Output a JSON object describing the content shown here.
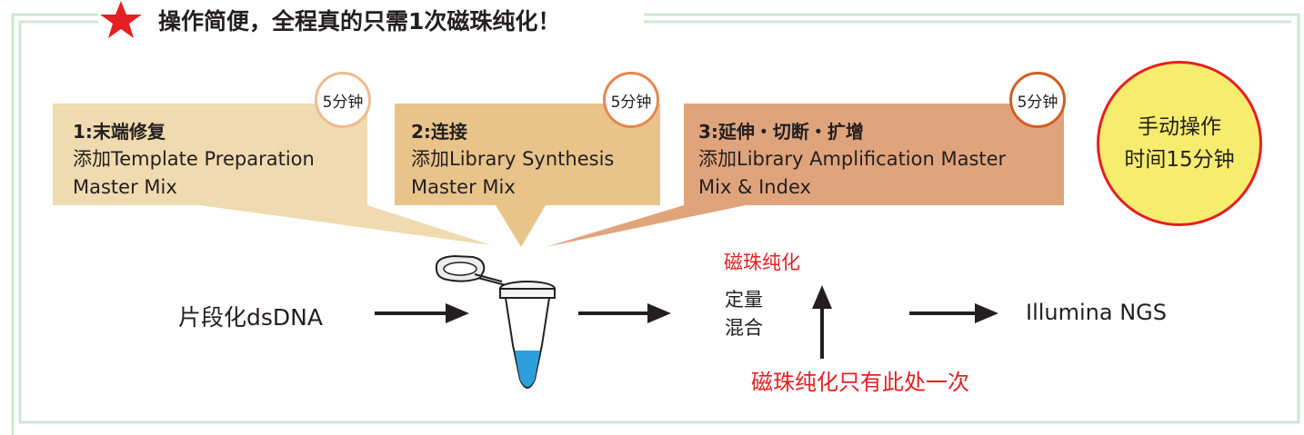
{
  "header": {
    "title": "操作简便，全程真的只需1次磁珠纯化！",
    "star_icon": "star-icon",
    "star_color": "#e51f22"
  },
  "frame_color": "#cfe6d5",
  "steps": [
    {
      "title": "1:末端修复",
      "desc_line1": "添加Template Preparation",
      "desc_line2": "Master Mix",
      "time": "5分钟",
      "color": "#f0dab0"
    },
    {
      "title": "2:连接",
      "desc_line1": "添加Library Synthesis",
      "desc_line2": "Master Mix",
      "time": "5分钟",
      "color": "#e8c48b"
    },
    {
      "title": "3:延伸・切断・扩增",
      "desc_line1": "添加Library Amplification Master",
      "desc_line2": "Mix & Index",
      "time": "5分钟",
      "color": "#e0a47c"
    }
  ],
  "manual_time": {
    "line1": "手动操作",
    "line2": "时间15分钟",
    "fill": "#f6ec6e",
    "border": "#e51f22"
  },
  "flow": {
    "input": "片段化dsDNA",
    "tube_icon": "microtube-icon",
    "bead_purification": "磁珠纯化",
    "quant_line1": "定量",
    "quant_line2": "混合",
    "bead_once": "磁珠纯化只有此处一次",
    "output": "Illumina NGS",
    "accent_red": "#e51f22"
  }
}
